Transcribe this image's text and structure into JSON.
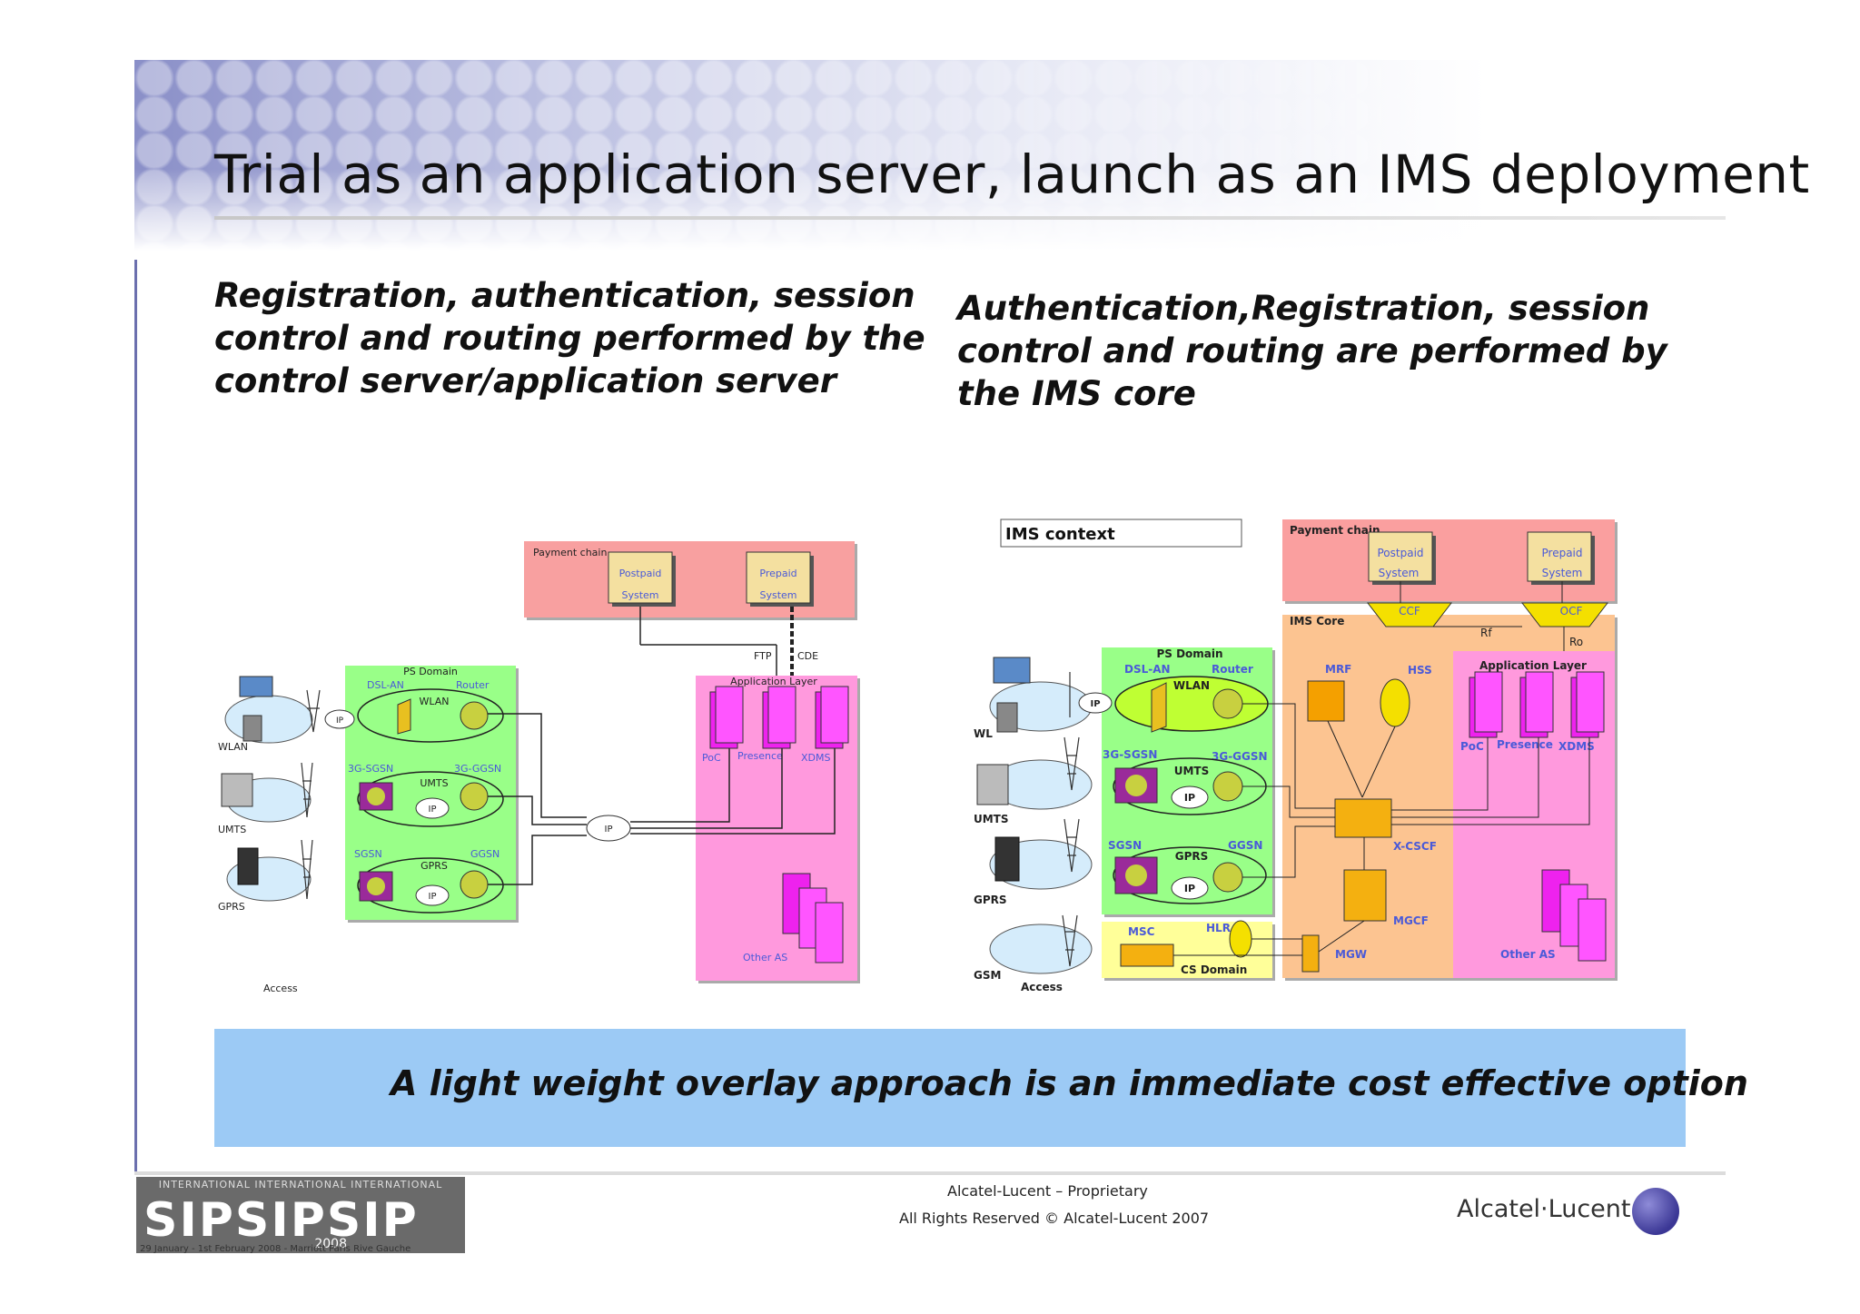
{
  "title": "Trial as an application server, launch as an IMS deployment",
  "left_heading": [
    "Registration, authentication, session",
    "control and routing performed by the",
    "control server/application server"
  ],
  "right_heading": [
    "Authentication,Registration, session",
    "control and routing are performed by",
    "the IMS core"
  ],
  "banner": "A light weight overlay approach is an immediate cost effective option",
  "footer": {
    "line1": "Alcatel-Lucent – Proprietary",
    "line2": "All Rights Reserved © Alcatel-Lucent 2007"
  },
  "sip_logo": {
    "top": "INTERNATIONAL INTERNATIONAL INTERNATIONAL",
    "big": "SIPSIPSIP",
    "year": "2008",
    "date": "29 January - 1st February 2008 - Marriott Paris Rive Gauche"
  },
  "brand": "Alcatel·Lucent",
  "left_diagram": {
    "payment_chain": "Payment chain",
    "postpaid": [
      "Postpaid",
      "System"
    ],
    "prepaid": [
      "Prepaid",
      "System"
    ],
    "ftp": "FTP",
    "cde": "CDE",
    "app_layer": "Application Layer",
    "poc": "PoC",
    "presence": "Presence",
    "xdms": "XDMS",
    "other_as": "Other AS",
    "ps_domain": "PS Domain",
    "dsl_an": "DSL-AN",
    "router": "Router",
    "wlan": "WLAN",
    "sgsn3g": "3G-SGSN",
    "ggsn3g": "3G-GGSN",
    "umts": "UMTS",
    "sgsn": "SGSN",
    "ggsn": "GGSN",
    "gprs": "GPRS",
    "ip": "IP",
    "access_wlan": "WLAN",
    "access_umts": "UMTS",
    "access_gprs": "GPRS",
    "access": "Access"
  },
  "right_diagram": {
    "ims_context": "IMS context",
    "payment_chain": "Payment chain",
    "postpaid": [
      "Postpaid",
      "System"
    ],
    "prepaid": [
      "Prepaid",
      "System"
    ],
    "ccf": "CCF",
    "ocf": "OCF",
    "rf": "Rf",
    "ro": "Ro",
    "ims_core": "IMS Core",
    "mrf": "MRF",
    "hss": "HSS",
    "xcscf": "X-CSCF",
    "mgcf": "MGCF",
    "mgw": "MGW",
    "app_layer": "Application Layer",
    "poc": "PoC",
    "presence": "Presence",
    "xdms": "XDMS",
    "other_as": "Other AS",
    "ps_domain": "PS Domain",
    "dsl_an": "DSL-AN",
    "router": "Router",
    "wlan": "WLAN",
    "sgsn3g": "3G-SGSN",
    "ggsn3g": "3G-GGSN",
    "umts": "UMTS",
    "sgsn": "SGSN",
    "ggsn": "GGSN",
    "gprs": "GPRS",
    "ip": "IP",
    "msc": "MSC",
    "hlr": "HLR",
    "cs_domain": "CS Domain",
    "access_wl": "WL",
    "access_umts": "UMTS",
    "access_gprs": "GPRS",
    "access_gsm": "GSM",
    "access": "Access"
  }
}
